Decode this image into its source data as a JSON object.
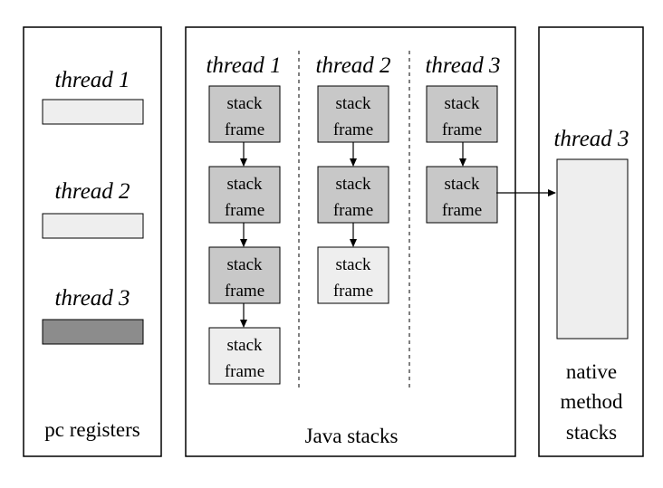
{
  "pc_registers": {
    "label": "pc registers",
    "threads": [
      {
        "label": "thread 1",
        "fill": "#eeeeee"
      },
      {
        "label": "thread 2",
        "fill": "#eeeeee"
      },
      {
        "label": "thread 3",
        "fill": "#8c8c8c"
      }
    ]
  },
  "java_stacks": {
    "label": "Java stacks",
    "frame_line1": "stack",
    "frame_line2": "frame",
    "active_frame_fill": "#c8c8c8",
    "idle_frame_fill": "#eeeeee",
    "threads": [
      {
        "label": "thread 1",
        "frames": [
          "active",
          "active",
          "active",
          "idle"
        ]
      },
      {
        "label": "thread 2",
        "frames": [
          "active",
          "active",
          "idle"
        ]
      },
      {
        "label": "thread 3",
        "frames": [
          "active",
          "active"
        ]
      }
    ]
  },
  "native_method_stacks": {
    "thread_label": "thread 3",
    "label_lines": [
      "native",
      "method",
      "stacks"
    ],
    "fill": "#eeeeee"
  }
}
